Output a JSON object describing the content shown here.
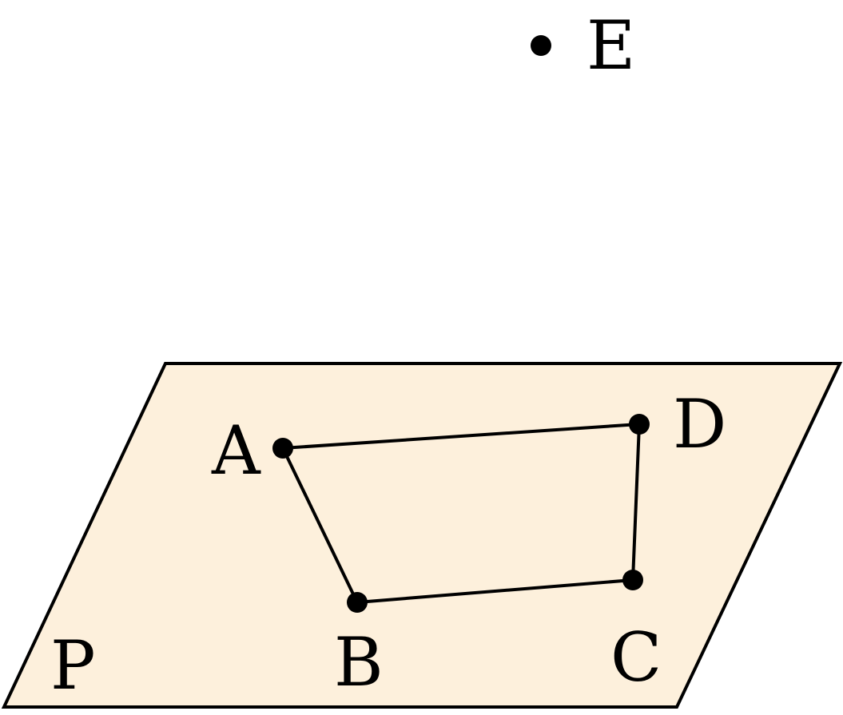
{
  "colors": {
    "plane_fill": "#fdf0dc",
    "stroke": "#000000",
    "point": "#000000"
  },
  "plane": {
    "label": "P"
  },
  "quadrilateral": {
    "vertices": [
      "A",
      "B",
      "C",
      "D"
    ]
  },
  "points": {
    "A": {
      "label": "A"
    },
    "B": {
      "label": "B"
    },
    "C": {
      "label": "C"
    },
    "D": {
      "label": "D"
    },
    "E": {
      "label": "E"
    }
  }
}
